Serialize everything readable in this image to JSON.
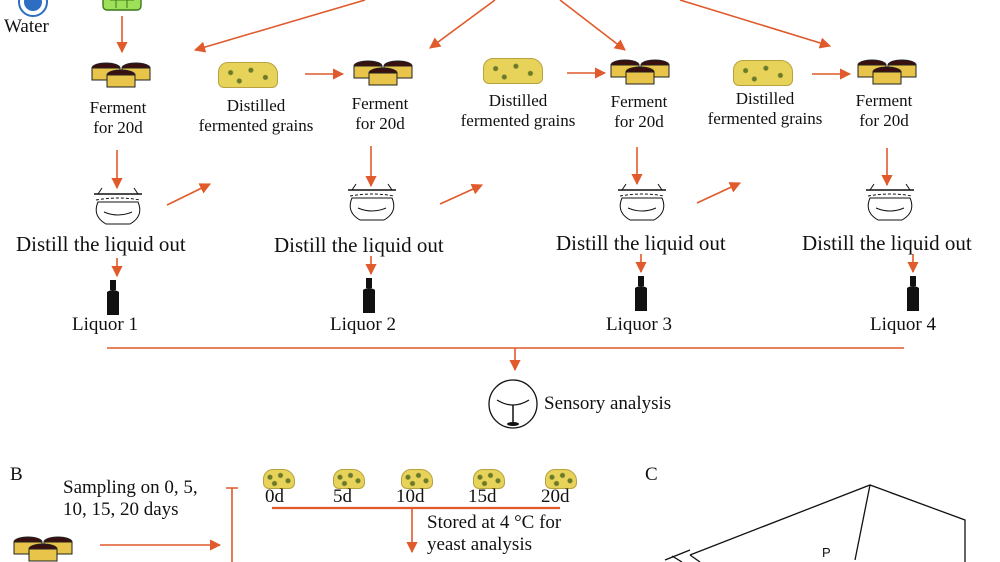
{
  "panel_a": {
    "water_label": "Water",
    "stages": [
      {
        "ferment": [
          "Ferment",
          "for 20d"
        ],
        "distill": "Distill the liquid out",
        "liquor": "Liquor 1"
      },
      {
        "ferment": [
          "Ferment",
          "for 20d"
        ],
        "distill": "Distill the liquid out",
        "liquor": "Liquor 2"
      },
      {
        "ferment": [
          "Ferment",
          "for 20d"
        ],
        "distill": "Distill the liquid out",
        "liquor": "Liquor 3"
      },
      {
        "ferment": [
          "Ferment",
          "for 20d"
        ],
        "distill": "Distill the liquid out",
        "liquor": "Liquor 4"
      }
    ],
    "distilled_grains": [
      "Distilled",
      "fermented grains"
    ],
    "sensory": "Sensory analysis"
  },
  "panel_b": {
    "label": "B",
    "sampling": [
      "Sampling on 0, 5,",
      "10, 15, 20 days"
    ],
    "days": [
      "0d",
      "5d",
      "10d",
      "15d",
      "20d"
    ],
    "stored": [
      "Stored at 4 °C for",
      "yeast analysis"
    ]
  },
  "panel_c": {
    "label": "C",
    "point": "P"
  },
  "colors": {
    "arrow": "#e05a2b",
    "pot": "#e8c44a",
    "liquor": "#3a0f0f"
  }
}
